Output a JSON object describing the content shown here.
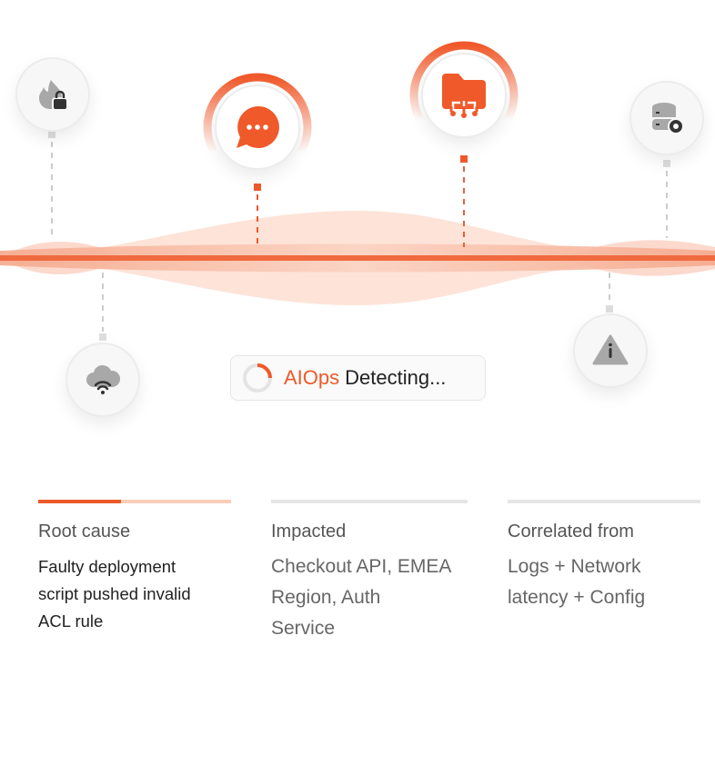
{
  "status": {
    "brand": "AIOps",
    "text": "Detecting..."
  },
  "colors": {
    "accent": "#f0592a",
    "muted": "#e6e6e6"
  },
  "nodes": [
    {
      "icon": "fire-lock-icon",
      "active": false
    },
    {
      "icon": "chat-bubble-icon",
      "active": true
    },
    {
      "icon": "folder-network-icon",
      "active": true
    },
    {
      "icon": "database-gear-icon",
      "active": false
    },
    {
      "icon": "cloud-wifi-icon",
      "active": false
    },
    {
      "icon": "warning-icon",
      "active": false
    }
  ],
  "cards": [
    {
      "title": "Root cause",
      "lines": [
        "Faulty deployment",
        "script pushed invalid",
        "ACL rule"
      ],
      "progress": 0.43
    },
    {
      "title": "Impacted",
      "lines": [
        "Checkout API, EMEA",
        "Region, Auth",
        "Service"
      ]
    },
    {
      "title": "Correlated from",
      "lines": [
        "Logs + Network",
        "latency + Config"
      ]
    }
  ]
}
